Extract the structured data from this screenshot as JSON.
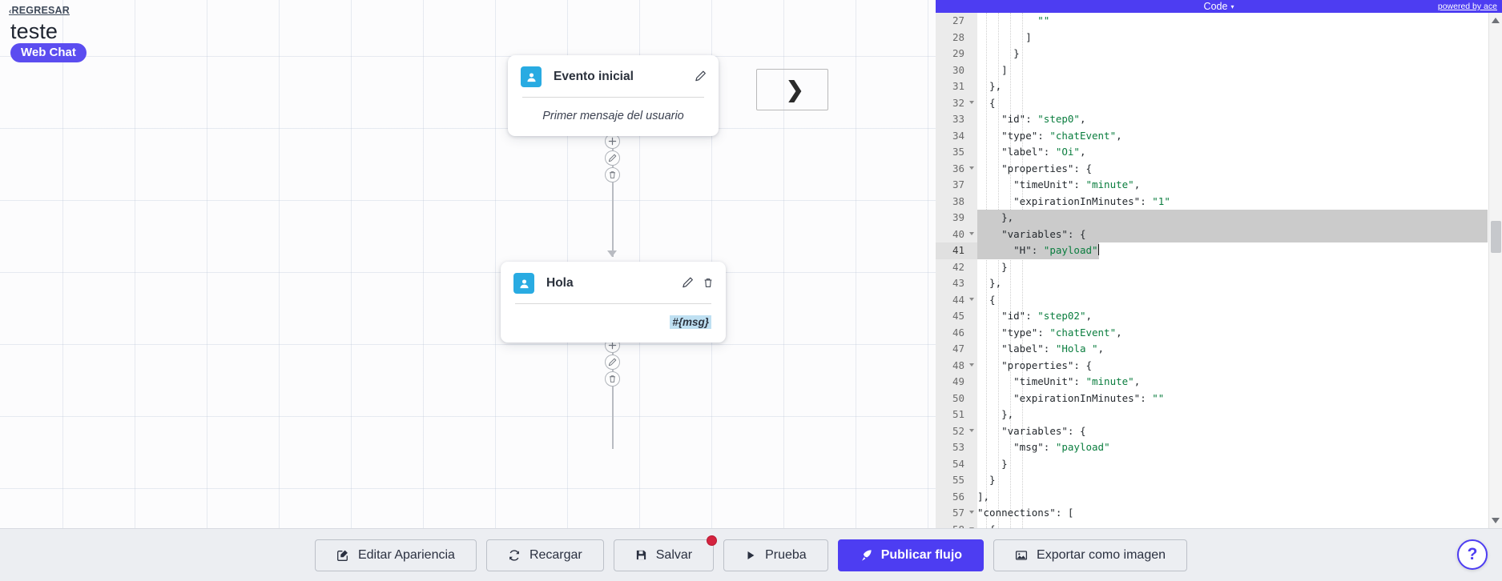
{
  "header": {
    "back_label": "REGRESAR",
    "back_chevron": "‹",
    "flow_title": "teste",
    "channel_badge": "Web Chat"
  },
  "nodes": [
    {
      "id": "node-initial",
      "title": "Evento inicial",
      "body_text": "Primer mensaje del usuario",
      "avatar_icon": "user-icon",
      "edit_icon": "pencil-icon",
      "has_delete": false
    },
    {
      "id": "node-hola",
      "title": "Hola",
      "body_text": "#{msg}",
      "avatar_icon": "user-icon",
      "edit_icon": "pencil-icon",
      "delete_icon": "trash-icon",
      "has_delete": true
    }
  ],
  "connector_buttons": {
    "add": "+",
    "edit": "✎",
    "delete": "Ὕ1"
  },
  "code_panel": {
    "title": "Code",
    "caret": "▾",
    "powered_by": "powered by ace",
    "first_line_number": 27,
    "active_line": 41,
    "selection_lines": [
      39,
      40,
      41
    ],
    "lines": [
      {
        "n": 27,
        "text": "          \"\"",
        "fold": false
      },
      {
        "n": 28,
        "text": "        ]",
        "fold": false
      },
      {
        "n": 29,
        "text": "      }",
        "fold": false
      },
      {
        "n": 30,
        "text": "    ]",
        "fold": false
      },
      {
        "n": 31,
        "text": "  },",
        "fold": false
      },
      {
        "n": 32,
        "text": "  {",
        "fold": true
      },
      {
        "n": 33,
        "text": "    \"id\": \"step0\",",
        "fold": false
      },
      {
        "n": 34,
        "text": "    \"type\": \"chatEvent\",",
        "fold": false
      },
      {
        "n": 35,
        "text": "    \"label\": \"Oi\",",
        "fold": false
      },
      {
        "n": 36,
        "text": "    \"properties\": {",
        "fold": true
      },
      {
        "n": 37,
        "text": "      \"timeUnit\": \"minute\",",
        "fold": false
      },
      {
        "n": 38,
        "text": "      \"expirationInMinutes\": \"1\"",
        "fold": false
      },
      {
        "n": 39,
        "text": "    },",
        "fold": false
      },
      {
        "n": 40,
        "text": "    \"variables\": {",
        "fold": true
      },
      {
        "n": 41,
        "text": "      \"H\": \"payload\"",
        "fold": false
      },
      {
        "n": 42,
        "text": "    }",
        "fold": false
      },
      {
        "n": 43,
        "text": "  },",
        "fold": false
      },
      {
        "n": 44,
        "text": "  {",
        "fold": true
      },
      {
        "n": 45,
        "text": "    \"id\": \"step02\",",
        "fold": false
      },
      {
        "n": 46,
        "text": "    \"type\": \"chatEvent\",",
        "fold": false
      },
      {
        "n": 47,
        "text": "    \"label\": \"Hola \",",
        "fold": false
      },
      {
        "n": 48,
        "text": "    \"properties\": {",
        "fold": true
      },
      {
        "n": 49,
        "text": "      \"timeUnit\": \"minute\",",
        "fold": false
      },
      {
        "n": 50,
        "text": "      \"expirationInMinutes\": \"\"",
        "fold": false
      },
      {
        "n": 51,
        "text": "    },",
        "fold": false
      },
      {
        "n": 52,
        "text": "    \"variables\": {",
        "fold": true
      },
      {
        "n": 53,
        "text": "      \"msg\": \"payload\"",
        "fold": false
      },
      {
        "n": 54,
        "text": "    }",
        "fold": false
      },
      {
        "n": 55,
        "text": "  }",
        "fold": false
      },
      {
        "n": 56,
        "text": "],",
        "fold": false
      },
      {
        "n": 57,
        "text": "\"connections\": [",
        "fold": true
      },
      {
        "n": 58,
        "text": "  {",
        "fold": true
      }
    ]
  },
  "toolbar": {
    "buttons": [
      {
        "label": "Editar Apariencia",
        "icon": "pencil-square-icon",
        "primary": false,
        "badge": false
      },
      {
        "label": "Recargar",
        "icon": "refresh-icon",
        "primary": false,
        "badge": false
      },
      {
        "label": "Salvar",
        "icon": "save-icon",
        "primary": false,
        "badge": true
      },
      {
        "label": "Prueba",
        "icon": "play-icon",
        "primary": false,
        "badge": false
      },
      {
        "label": "Publicar flujo",
        "icon": "rocket-icon",
        "primary": true,
        "badge": false
      },
      {
        "label": "Exportar como imagen",
        "icon": "image-icon",
        "primary": false,
        "badge": false
      }
    ],
    "help_label": "?"
  },
  "colors": {
    "brand_purple": "#4d3df2",
    "avatar_blue": "#29abe2",
    "badge_red": "#d4233f",
    "chip_blue": "#bfe0f2",
    "string_green": "#0a7d3e"
  }
}
